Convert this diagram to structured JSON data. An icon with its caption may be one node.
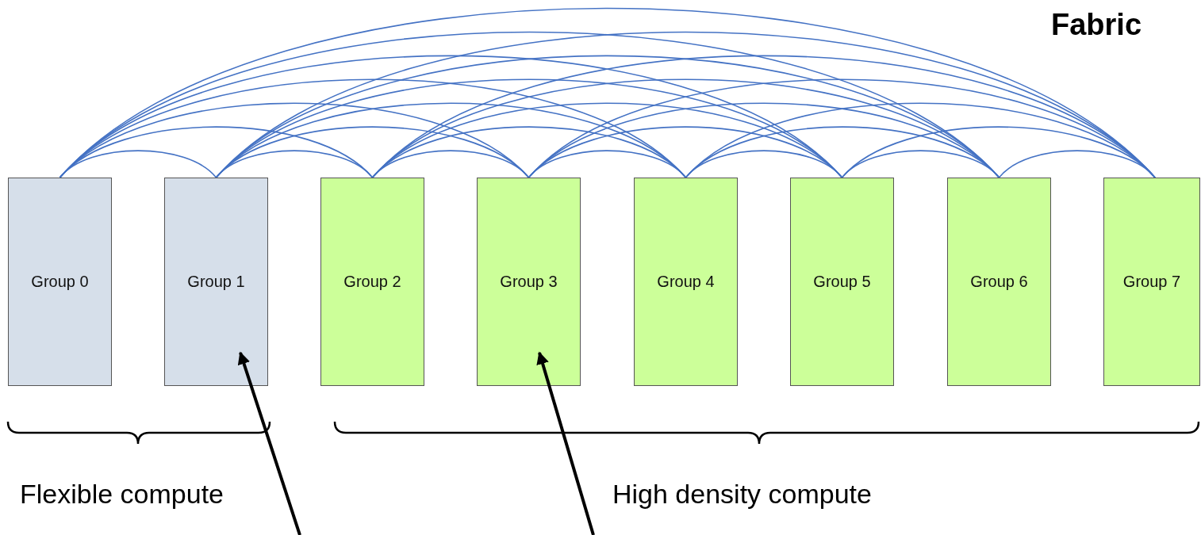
{
  "diagram": {
    "nodes": [
      {
        "text": [
          "Group 0"
        ]
      },
      {
        "text": [
          "Group 1"
        ]
      },
      {
        "text": [
          "Group 2"
        ]
      },
      {
        "text": [
          "Group 3"
        ]
      },
      {
        "text": [
          "Group 4"
        ]
      },
      {
        "text": [
          "Group 5"
        ]
      },
      {
        "text": [
          "Group 6"
        ]
      },
      {
        "text": [
          "Group 7"
        ]
      }
    ],
    "edges": [
      {
        "from": 0,
        "to": 1,
        "arrow": "none"
      },
      {
        "from": 0,
        "to": 2,
        "arrow": "none"
      },
      {
        "from": 0,
        "to": 3,
        "arrow": "none"
      },
      {
        "from": 0,
        "to": 4,
        "arrow": "none"
      },
      {
        "from": 0,
        "to": 5,
        "arrow": "none"
      },
      {
        "from": 0,
        "to": 6,
        "arrow": "none"
      },
      {
        "from": 0,
        "to": 7,
        "arrow": "none"
      },
      {
        "from": 1,
        "to": 2,
        "arrow": "none"
      },
      {
        "from": 1,
        "to": 3,
        "arrow": "none"
      },
      {
        "from": 1,
        "to": 4,
        "arrow": "none"
      },
      {
        "from": 1,
        "to": 5,
        "arrow": "none"
      },
      {
        "from": 1,
        "to": 6,
        "arrow": "none"
      },
      {
        "from": 1,
        "to": 7,
        "arrow": "none"
      },
      {
        "from": 2,
        "to": 3,
        "arrow": "none"
      },
      {
        "from": 2,
        "to": 4,
        "arrow": "none"
      },
      {
        "from": 2,
        "to": 5,
        "arrow": "none"
      },
      {
        "from": 2,
        "to": 6,
        "arrow": "none"
      },
      {
        "from": 2,
        "to": 7,
        "arrow": "none"
      },
      {
        "from": 3,
        "to": 4,
        "arrow": "none"
      },
      {
        "from": 3,
        "to": 5,
        "arrow": "none"
      },
      {
        "from": 3,
        "to": 6,
        "arrow": "none"
      },
      {
        "from": 3,
        "to": 7,
        "arrow": "none"
      },
      {
        "from": 4,
        "to": 5,
        "arrow": "none"
      },
      {
        "from": 4,
        "to": 6,
        "arrow": "none"
      },
      {
        "from": 4,
        "to": 7,
        "arrow": "none"
      },
      {
        "from": 5,
        "to": 6,
        "arrow": "none"
      },
      {
        "from": 5,
        "to": 7,
        "arrow": "none"
      },
      {
        "from": 6,
        "to": 7,
        "arrow": "none"
      },
      {
        "from": null,
        "to": 1,
        "arrow": "to",
        "style": "thick",
        "color": "#000000"
      },
      {
        "from": null,
        "to": 3,
        "arrow": "to",
        "style": "thick",
        "color": "#000000"
      }
    ],
    "labels": [
      "Fabric",
      "Flexible compute",
      "High density compute"
    ]
  }
}
